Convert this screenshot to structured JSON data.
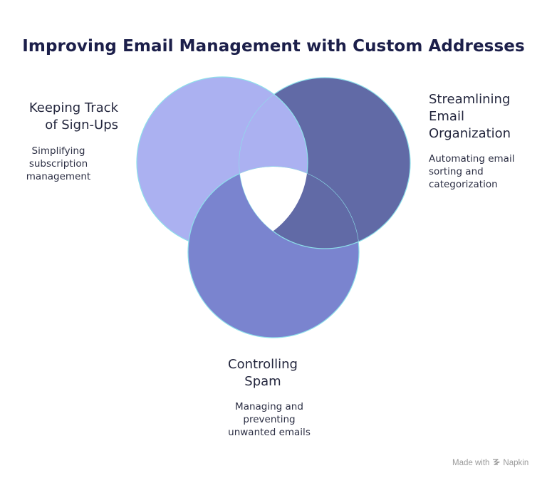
{
  "title": "Improving Email Management with Custom Addresses",
  "colors": {
    "circle_left": "#abb1f1",
    "circle_right": "#616aa6",
    "circle_bottom": "#7a84cf",
    "circle_stroke": "#8de0ea",
    "center": "#ffffff"
  },
  "sections": {
    "left": {
      "title_lines": [
        "Keeping Track",
        "of Sign-Ups"
      ],
      "desc_lines": [
        "Simplifying",
        "subscription",
        "management"
      ]
    },
    "right": {
      "title_lines": [
        "Streamlining",
        "Email",
        "Organization"
      ],
      "desc_lines": [
        "Automating email",
        "sorting and",
        "categorization"
      ]
    },
    "bottom": {
      "title_lines": [
        "Controlling",
        "Spam"
      ],
      "desc_lines": [
        "Managing and",
        "preventing",
        "unwanted emails"
      ]
    }
  },
  "footer": {
    "made_with": "Made with",
    "brand": "Napkin",
    "icon": "napkin-logo-icon"
  }
}
